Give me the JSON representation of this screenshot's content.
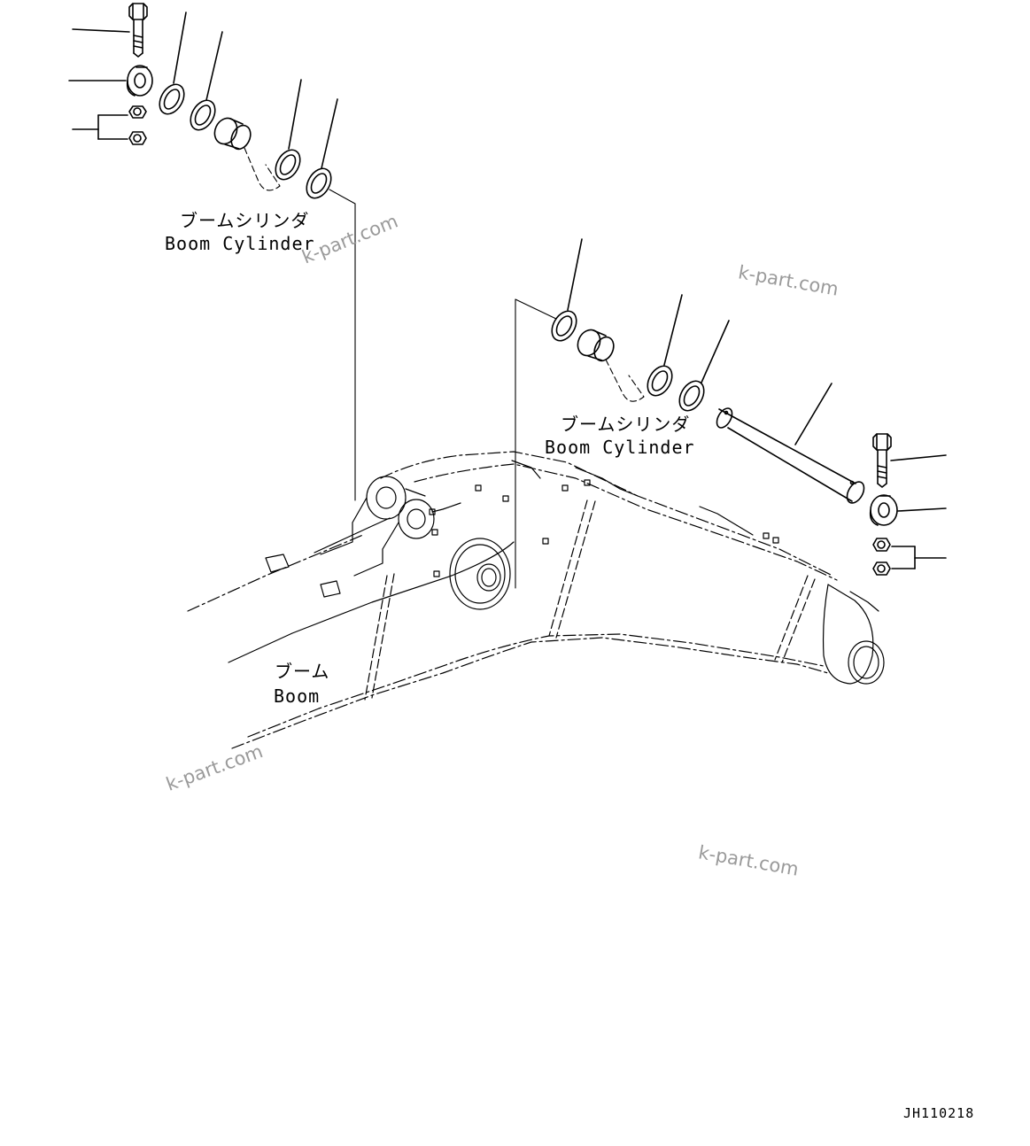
{
  "labels": {
    "boom_cylinder_1": {
      "jp": "ブームシリンダ",
      "en": "Boom Cylinder"
    },
    "boom_cylinder_2": {
      "jp": "ブームシリンダ",
      "en": "Boom Cylinder"
    },
    "boom": {
      "jp": "ブーム",
      "en": "Boom"
    }
  },
  "watermarks": [
    "k-part.com",
    "k-part.com",
    "k-part.com",
    "k-part.com"
  ],
  "drawing_code": "JH110218",
  "colors": {
    "line": "#000000",
    "watermark": "#9a9a9a",
    "background": "#ffffff"
  }
}
